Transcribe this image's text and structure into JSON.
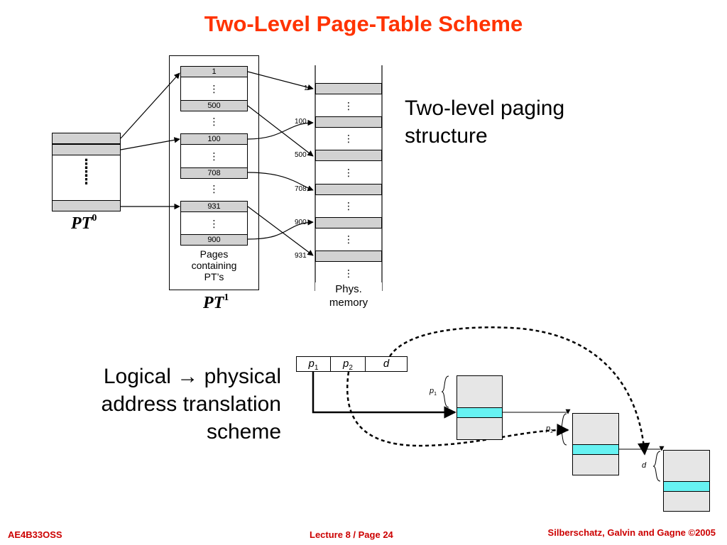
{
  "title": "Two-Level Page-Table Scheme",
  "top_caption": [
    "Two-level paging",
    "structure"
  ],
  "bottom_caption": [
    "Logical → physical",
    "address translation",
    "scheme"
  ],
  "footer": {
    "left": "AE4B33OSS",
    "center": "Lecture 8 / Page 24",
    "right": "Silberschatz, Galvin and Gagne ©2005"
  },
  "pt0": {
    "label": "PT",
    "sup": "0"
  },
  "pt1": {
    "label": "PT",
    "sup": "1",
    "entries": [
      "1",
      "500",
      "100",
      "708",
      "931",
      "900"
    ],
    "caption": [
      "Pages",
      "containing",
      "PT’s"
    ]
  },
  "phys": {
    "labels": [
      "1",
      "100",
      "500",
      "708",
      "900",
      "931"
    ],
    "caption": [
      "Phys.",
      "memory"
    ]
  },
  "logical_address": {
    "fields": [
      {
        "main": "p",
        "sub": "1"
      },
      {
        "main": "p",
        "sub": "2"
      },
      {
        "main": "d",
        "sub": ""
      }
    ]
  },
  "brace_labels": [
    {
      "main": "p",
      "sub": "1"
    },
    {
      "main": "p",
      "sub": "2"
    },
    {
      "main": "d",
      "sub": ""
    }
  ],
  "dots": "⋮",
  "colors": {
    "title": "#ff3300",
    "footer": "#cc0000",
    "cell": "#d2d2d2",
    "highlight": "#66f2f2"
  }
}
